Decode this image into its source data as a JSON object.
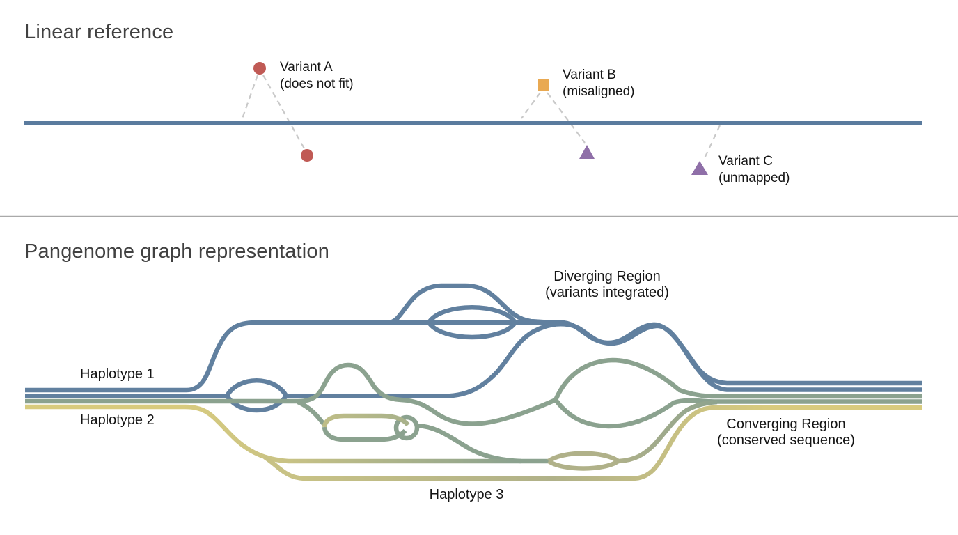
{
  "colors": {
    "background": "#ffffff",
    "title_text": "#414141",
    "label_text": "#141414",
    "divider": "#a9a9a9",
    "reference_line": "#5a7b9e",
    "dashed_line": "#c9c9c9",
    "variant_red": "#c05a55",
    "variant_orange": "#e9a952",
    "variant_purple": "#8f6fa8",
    "haplotype_blue": "#61809f",
    "haplotype_green": "#8ba28f",
    "haplotype_yellow": "#d8cb7e",
    "haplotype_olive": "#b0b189",
    "yellow_muted": "#c8c285"
  },
  "linear_section": {
    "title": "Linear reference",
    "variants": [
      {
        "name": "Variant A",
        "note": "(does not fit)",
        "marker": "circle-icon",
        "color": "#c05a55"
      },
      {
        "name": "Variant B",
        "note": "(misaligned)",
        "marker": "square-icon",
        "color": "#e9a952"
      },
      {
        "name": "Variant C",
        "note": "(unmapped)",
        "marker": "triangle-icon",
        "color": "#8f6fa8"
      }
    ]
  },
  "pangenome_section": {
    "title": "Pangenome graph representation",
    "haplotype_labels": [
      {
        "label": "Haplotype 1"
      },
      {
        "label": "Haplotype 2"
      },
      {
        "label": "Haplotype 3"
      }
    ],
    "annotations": [
      {
        "title": "Diverging Region",
        "note": "(variants integrated)"
      },
      {
        "title": "Converging Region",
        "note": "(conserved sequence)"
      }
    ]
  }
}
